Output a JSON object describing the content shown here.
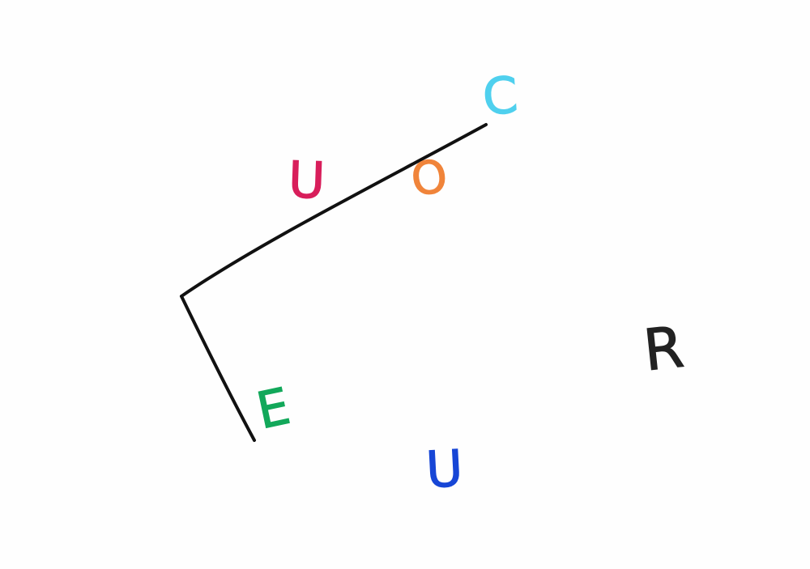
{
  "letters": {
    "c": {
      "text": "C",
      "color": "#4fd0ee"
    },
    "o": {
      "text": "O",
      "color": "#f0843a"
    },
    "u_upper": {
      "text": "U",
      "color": "#d81e5b"
    },
    "e": {
      "text": "E",
      "color": "#12a85a"
    },
    "u_lower": {
      "text": "U",
      "color": "#1746d6"
    },
    "r": {
      "text": "R",
      "color": "#222222"
    }
  },
  "line_color": "#111111"
}
